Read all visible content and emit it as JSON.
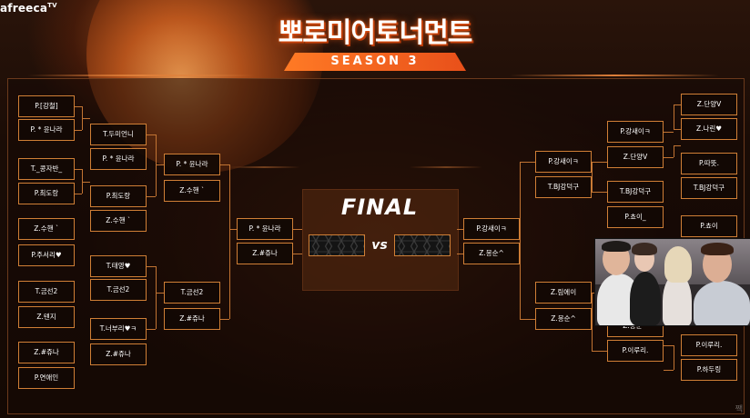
{
  "app": {
    "logo": "afreeca",
    "logo_sup": "TV"
  },
  "header": {
    "title": "뽀로미어토너먼트",
    "season": "SEASON 3"
  },
  "final": {
    "label": "FINAL",
    "vs": "vs"
  },
  "bracket": {
    "left_r1": [
      "P.[강철]",
      "P. * 윤나라",
      "T._콩자반_",
      "P.최도랑",
      "Z.수핸 `",
      "P.주서리♥",
      "T.금선2",
      "Z.텐지",
      "Z.#쥬나",
      "P.연애인"
    ],
    "left_r2": [
      "T.두미언니",
      "P. * 윤나라",
      "P.최도랑",
      "Z.수핸 `",
      "T.태영♥",
      "T.금선2",
      "T.너부리♥ㅋ",
      "Z.#쥬나"
    ],
    "left_r3": [
      "P. * 윤나라",
      "Z.수핸 `",
      "T.금선2",
      "Z.#쥬나"
    ],
    "left_r4": [
      "P. * 윤나라",
      "Z.#쥬나"
    ],
    "right_r4": [
      "P.강새이ㅋ",
      "Z.몽순^"
    ],
    "right_r3": [
      "P.강새이ㅋ",
      "T.BJ강덕구",
      "Z.림에이",
      "Z.몽순^"
    ],
    "right_r2": [
      "P.강새이ㅋ",
      "Z.단양V",
      "T.BJ강덕구",
      "P.쵸이_",
      "Z.몽순^",
      "P.이루리."
    ],
    "right_r1": [
      "Z.단양V",
      "Z.나린♥",
      "P.따뜻.",
      "T.BJ강덕구",
      "P.쵸이",
      "P.이루리.",
      "P.하두링"
    ]
  },
  "watermark": "짹"
}
